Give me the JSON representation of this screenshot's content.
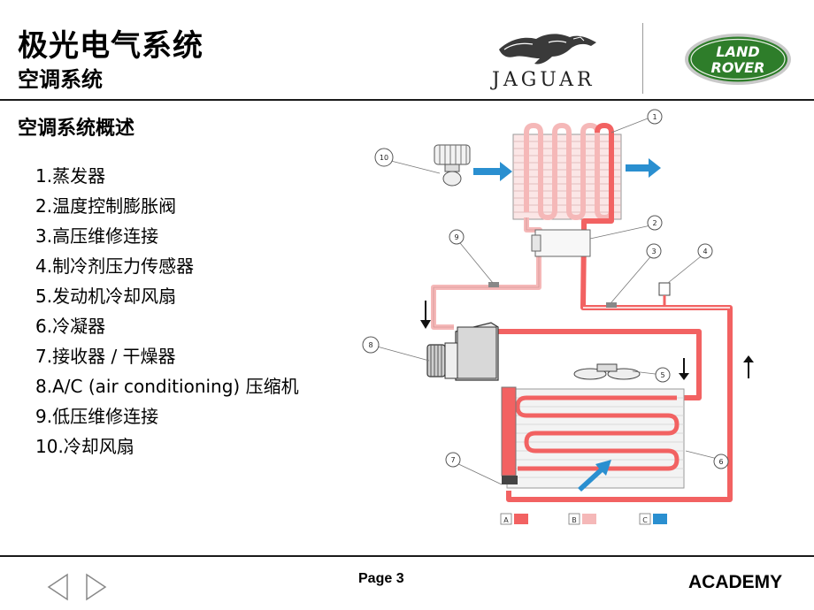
{
  "header": {
    "title": "极光电气系统",
    "subtitle": "空调系统",
    "jaguar_brand": "JAGUAR",
    "landrover_line1": "LAND",
    "landrover_line2": "ROVER"
  },
  "section_title": "空调系统概述",
  "items": [
    "1.蒸发器",
    "2.温度控制膨胀阀",
    "3.高压维修连接",
    "4.制冷剂压力传感器",
    "5.发动机冷却风扇",
    "6.冷凝器",
    "7.接收器 / 干燥器",
    "8.A/C (air conditioning) 压缩机",
    "9.低压维修连接",
    "10.冷却风扇"
  ],
  "diagram": {
    "callouts": [
      "1",
      "2",
      "3",
      "4",
      "5",
      "6",
      "7",
      "8",
      "9",
      "10"
    ],
    "legend": [
      {
        "label": "A",
        "color": "#f26262"
      },
      {
        "label": "B",
        "color": "#f5b8b8"
      },
      {
        "label": "C",
        "color": "#2a8fd0"
      }
    ],
    "colors": {
      "high_pressure": "#f26262",
      "low_pressure": "#f5b8b8",
      "air_flow": "#2a8fd0"
    }
  },
  "footer": {
    "page": "Page 3",
    "brand": "ACADEMY",
    "prev_icon": "triangle-left-icon",
    "next_icon": "triangle-right-icon"
  }
}
